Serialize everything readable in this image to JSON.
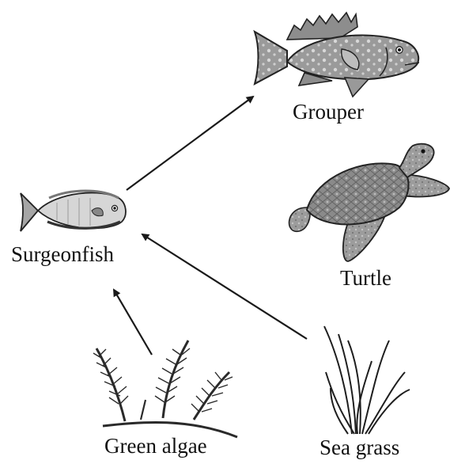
{
  "organisms": {
    "grouper": "Grouper",
    "turtle": "Turtle",
    "surgeonfish": "Surgeonfish",
    "green_algae": "Green algae",
    "sea_grass": "Sea grass"
  },
  "arrows": [
    {
      "from": "surgeonfish",
      "to": "grouper"
    },
    {
      "from": "sea_grass",
      "to": "surgeonfish"
    },
    {
      "from": "green_algae",
      "to": "surgeonfish"
    }
  ],
  "icons": [
    "grouper-icon",
    "turtle-icon",
    "surgeonfish-icon",
    "green-algae-icon",
    "sea-grass-icon"
  ]
}
